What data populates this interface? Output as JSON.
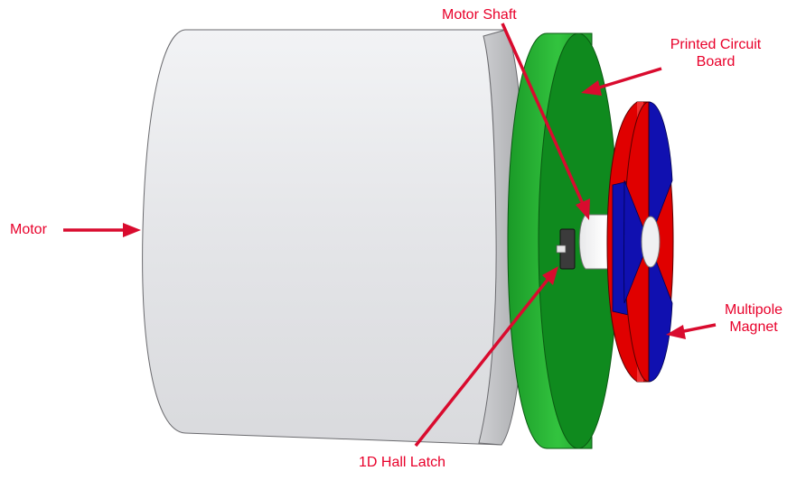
{
  "labels": {
    "motor": "Motor",
    "motor_shaft": "Motor Shaft",
    "pcb_line1": "Printed Circuit",
    "pcb_line2": "Board",
    "magnet_line1": "Multipole",
    "magnet_line2": "Magnet",
    "hall_latch": "1D Hall Latch"
  },
  "colors": {
    "label_text": "#e8002a",
    "arrow": "#d90b2e",
    "motor_body": "#e6e7eb",
    "pcb_face": "#0f8a1e",
    "pcb_rim": "#20b030",
    "magnet_red": "#e00000",
    "magnet_blue": "#1010b0"
  }
}
